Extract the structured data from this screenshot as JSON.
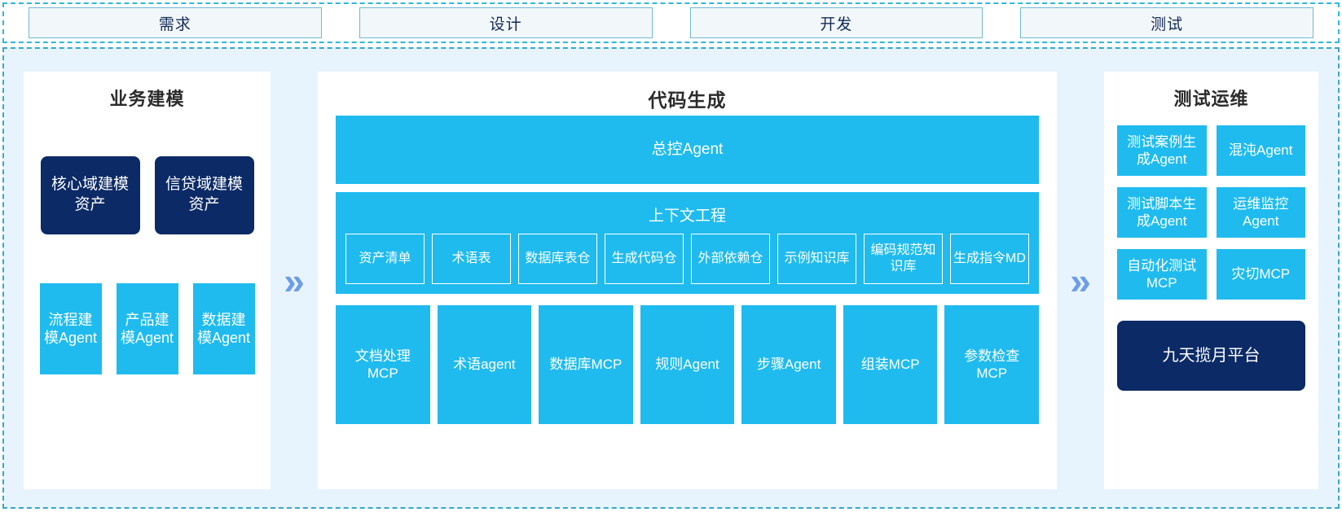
{
  "phases": {
    "items": [
      {
        "label": "需求"
      },
      {
        "label": "设计"
      },
      {
        "label": "开发"
      },
      {
        "label": "测试"
      }
    ]
  },
  "separators": {
    "chevron": "»"
  },
  "colors": {
    "accent_blue": "#1fbbef",
    "navy": "#0b2a66",
    "panel_bg": "#ffffff",
    "canvas_bg": "#e8f4fd",
    "dashed_border": "#3aa7c9",
    "chevron": "#6d9ceb",
    "phase_text": "#132a57"
  },
  "left_panel": {
    "title": "业务建模",
    "assets": [
      {
        "label": "核心域建模资产"
      },
      {
        "label": "信贷域建模资产"
      }
    ],
    "agents": [
      {
        "label": "流程建模Agent"
      },
      {
        "label": "产品建模Agent"
      },
      {
        "label": "数据建模Agent"
      }
    ]
  },
  "mid_panel": {
    "title": "代码生成",
    "master_agent": {
      "label": "总控Agent"
    },
    "context_engineering": {
      "title": "上下文工程",
      "items": [
        {
          "label": "资产清单"
        },
        {
          "label": "术语表"
        },
        {
          "label": "数据库表仓"
        },
        {
          "label": "生成代码仓"
        },
        {
          "label": "外部依赖仓"
        },
        {
          "label": "示例知识库"
        },
        {
          "label": "编码规范知识库"
        },
        {
          "label": "生成指令MD"
        }
      ]
    },
    "tools": [
      {
        "label": "文档处理MCP"
      },
      {
        "label": "术语agent"
      },
      {
        "label": "数据库MCP"
      },
      {
        "label": "规则Agent"
      },
      {
        "label": "步骤Agent"
      },
      {
        "label": "组装MCP"
      },
      {
        "label": "参数检查MCP"
      }
    ]
  },
  "right_panel": {
    "title": "测试运维",
    "items": [
      {
        "label": "测试案例生成Agent"
      },
      {
        "label": "混沌Agent"
      },
      {
        "label": "测试脚本生成Agent"
      },
      {
        "label": "运维监控Agent"
      },
      {
        "label": "自动化测试MCP"
      },
      {
        "label": "灾切MCP"
      }
    ],
    "platform": {
      "label": "九天揽月平台"
    }
  }
}
